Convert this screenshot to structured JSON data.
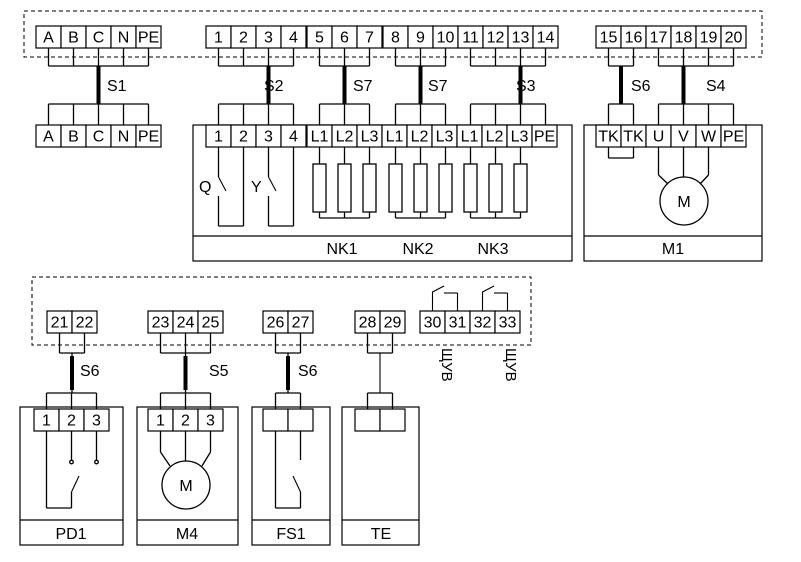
{
  "terminals": {
    "mains": [
      "A",
      "B",
      "C",
      "N",
      "PE"
    ],
    "mains_out": [
      "A",
      "B",
      "C",
      "N",
      "PE"
    ],
    "t_1_4": [
      "1",
      "2",
      "3",
      "4"
    ],
    "t_5_7": [
      "5",
      "6",
      "7"
    ],
    "t_8_10": [
      "8",
      "9",
      "10"
    ],
    "t_11_14": [
      "11",
      "12",
      "13",
      "14"
    ],
    "t_15_16": [
      "15",
      "16"
    ],
    "t_17_20": [
      "17",
      "18",
      "19",
      "20"
    ],
    "t_21_22": [
      "21",
      "22"
    ],
    "t_23_25": [
      "23",
      "24",
      "25"
    ],
    "t_26_27": [
      "26",
      "27"
    ],
    "t_28_29": [
      "28",
      "29"
    ],
    "t_30_31": [
      "30",
      "31"
    ],
    "t_32_33": [
      "32",
      "33"
    ],
    "valve_1_4": [
      "1",
      "2",
      "3",
      "4"
    ],
    "heater": [
      "L1",
      "L2",
      "L3",
      "L1",
      "L2",
      "L3",
      "L1",
      "L2",
      "L3",
      "PE"
    ],
    "motor_m1": [
      "TK",
      "TK",
      "U",
      "V",
      "W",
      "PE"
    ],
    "pd1": [
      "1",
      "2",
      "3"
    ],
    "m4": [
      "1",
      "2",
      "3"
    ]
  },
  "cables": {
    "s1": "S1",
    "s2": "S2",
    "s7a": "S7",
    "s7b": "S7",
    "s3": "S3",
    "s6a": "S6",
    "s4": "S4",
    "s6b": "S6",
    "s5": "S5",
    "s6c": "S6"
  },
  "contacts": {
    "q": "Q",
    "y": "Y"
  },
  "heater_labels": [
    "NK1",
    "NK2",
    "NK3"
  ],
  "motor_symbol": "M",
  "devices": {
    "m1": "M1",
    "pd1": "PD1",
    "m4": "M4",
    "fs1": "FS1",
    "te": "TE"
  },
  "shuv": [
    "ЩУВ",
    "ЩУВ"
  ]
}
